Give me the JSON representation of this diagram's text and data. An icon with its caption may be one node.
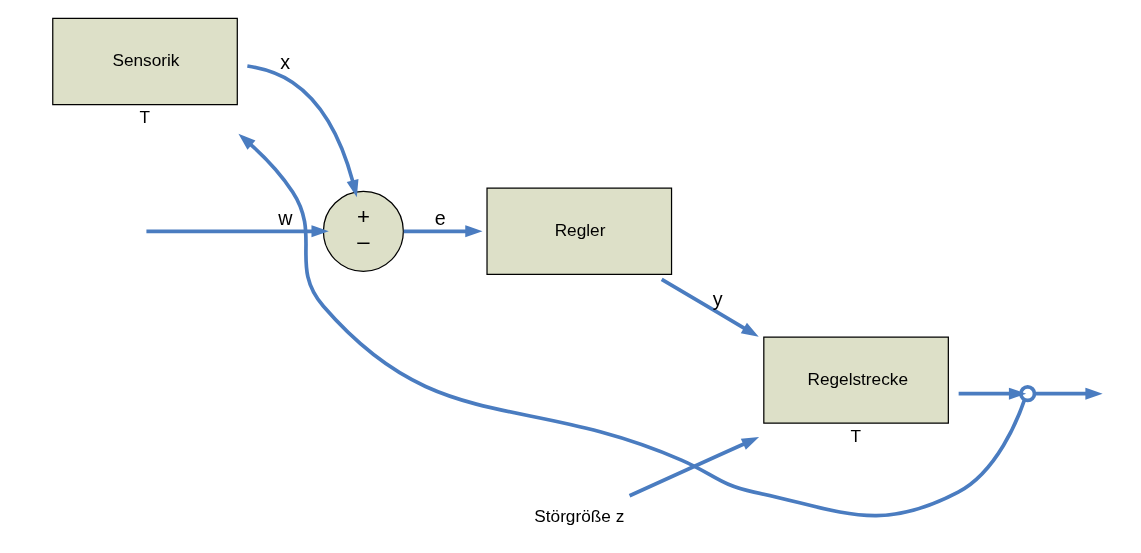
{
  "diagram": {
    "nodes": [
      {
        "text": [
          "+",
          "–"
        ]
      },
      {
        "text": [
          "Regler"
        ]
      },
      {
        "text": [
          "Regelstrecke"
        ],
        "beside": [
          "T"
        ]
      },
      {
        "text": [
          "Sensorik"
        ],
        "beside": [
          "T"
        ]
      },
      {
        "text": [],
        "shape": "circle"
      },
      {
        "text": [
          "Störgröße z"
        ]
      }
    ],
    "edges": [
      {
        "from": null,
        "to": 0,
        "arrow": "to",
        "label": "w"
      },
      {
        "from": 0,
        "to": 1,
        "arrow": "to",
        "label": "e"
      },
      {
        "from": 1,
        "to": 2,
        "arrow": "to",
        "label": "y"
      },
      {
        "from": 5,
        "to": 2,
        "arrow": "to"
      },
      {
        "from": 2,
        "to": 4,
        "arrow": "to"
      },
      {
        "from": 4,
        "to": null,
        "arrow": "to"
      },
      {
        "from": 4,
        "to": 3,
        "arrow": "to"
      },
      {
        "from": 3,
        "to": 0,
        "arrow": "to",
        "label": "x"
      }
    ]
  }
}
